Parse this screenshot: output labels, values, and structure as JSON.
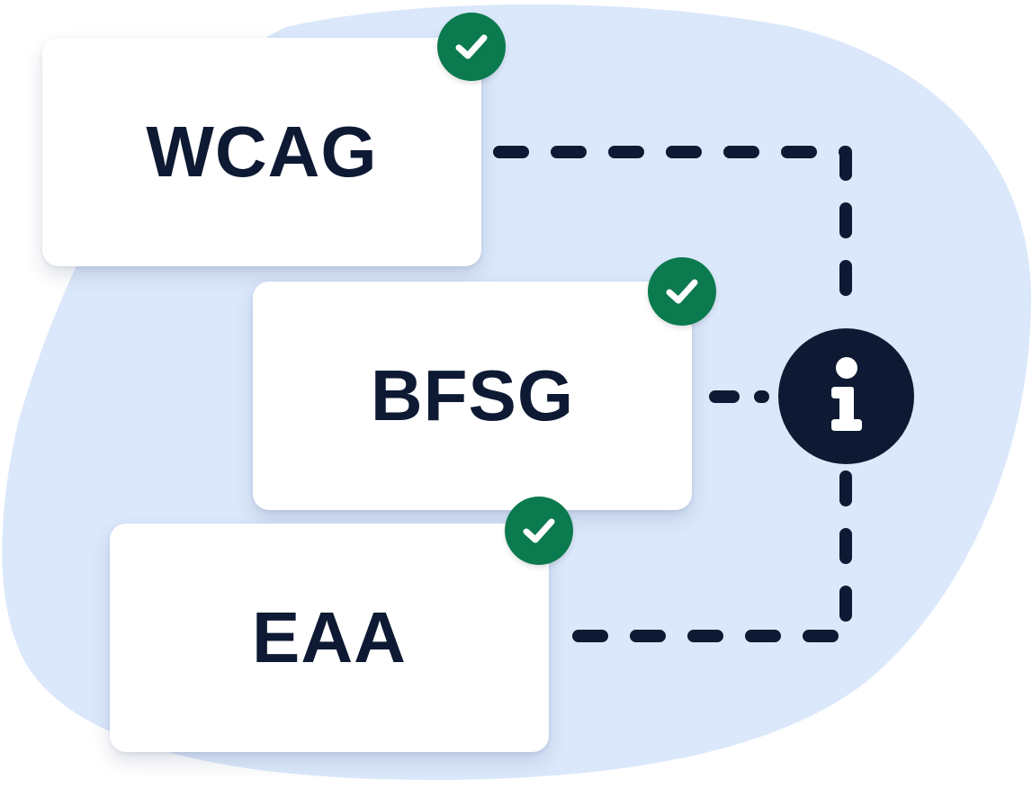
{
  "diagram": {
    "cards": [
      {
        "id": "wcag",
        "label": "WCAG",
        "status_icon": "check-icon"
      },
      {
        "id": "bfsg",
        "label": "BFSG",
        "status_icon": "check-icon"
      },
      {
        "id": "eaa",
        "label": "EAA",
        "status_icon": "check-icon"
      }
    ],
    "hub_icon": "info-icon",
    "connector_style": "dashed"
  },
  "colors": {
    "background_blob": "#dbe8fb",
    "card": "#ffffff",
    "text": "#0e1a33",
    "connector": "#0e1a33",
    "check_badge": "#0b7a4e",
    "info_node": "#0e1a33"
  }
}
